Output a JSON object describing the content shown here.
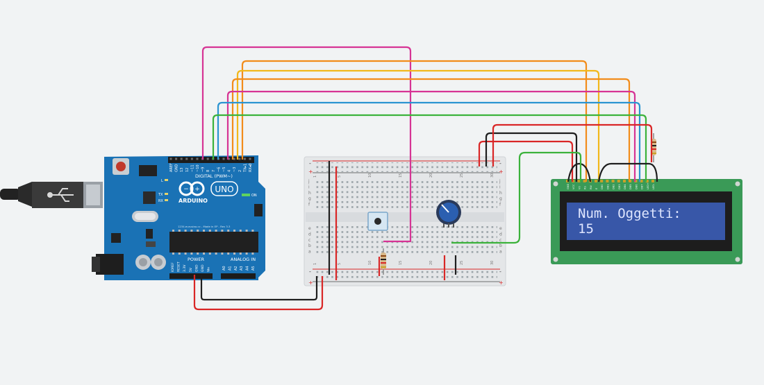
{
  "arduino": {
    "digital_header": "DIGITAL (PWM~)",
    "pin_labels": [
      "AREF",
      "GND",
      "13",
      "12",
      "~11",
      "~10",
      "~9",
      "8",
      "7",
      "~6",
      "~5",
      "4",
      "~3",
      "2",
      "TX▸1",
      "RX◂0"
    ],
    "brand": "ARDUINO",
    "model": "UNO",
    "tx": "TX",
    "rx": "RX",
    "l": "L",
    "on": "ON",
    "footer_text": "1234.eurusino.cc - Made in EP - Rev 3.3",
    "power_label": "POWER",
    "analog_label": "ANALOG IN",
    "power_pins": [
      "IOREF",
      "RESET",
      "3.3V",
      "5V",
      "GND",
      "GND",
      "Vin"
    ],
    "analog_pins": [
      "A0",
      "A1",
      "A2",
      "A3",
      "A4",
      "A5"
    ]
  },
  "breadboard": {
    "row_letters_top": [
      "j",
      "i",
      "h",
      "g",
      "f"
    ],
    "row_letters_bottom": [
      "e",
      "d",
      "c",
      "b",
      "a"
    ],
    "columns": [
      "1",
      "5",
      "10",
      "15",
      "20",
      "25",
      "30"
    ],
    "rail_plus": "+",
    "rail_minus": "-"
  },
  "lcd": {
    "line1": "Num. Oggetti:",
    "line2": "15",
    "pin_labels": [
      "GND",
      "VCC",
      "V0",
      "RS",
      "RW",
      "E",
      "DB0",
      "DB1",
      "DB2",
      "DB3",
      "DB4",
      "DB5",
      "DB6",
      "DB7",
      "LED+",
      "LED-"
    ]
  },
  "colors": {
    "background": "#f1f3f4",
    "arduino_board": "#1a72b5",
    "lcd_pcb": "#3a9a57",
    "lcd_screen": "#3857a8",
    "lcd_text": "#dfe6ff",
    "wire_red": "#d92626",
    "wire_black": "#1e1e1e",
    "wire_magenta": "#d63394",
    "wire_orange": "#f28c1a",
    "wire_yellow": "#f2b81a",
    "wire_blue": "#2b94d1",
    "wire_green": "#3bb23b"
  }
}
